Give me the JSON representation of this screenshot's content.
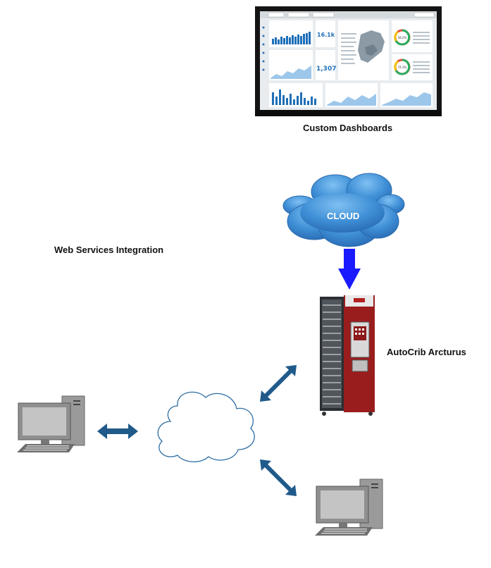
{
  "labels": {
    "custom_dashboards": "Custom Dashboards",
    "cloud": "CLOUD",
    "web_services": "Web Services Integration",
    "autocrib": "AutoCrib Arcturus"
  },
  "dashboard": {
    "kpi_1": "16.1k",
    "kpi_2": "1,307",
    "gauge_1": "58.2%",
    "gauge_2": "74.3%"
  },
  "colors": {
    "cloud_fill": "#3f8fd6",
    "arrow_blue": "#1a1aff",
    "link_arrow": "#1f5a8a",
    "machine_red": "#9a1d1d",
    "network_cloud_stroke": "#2f6ea3"
  }
}
